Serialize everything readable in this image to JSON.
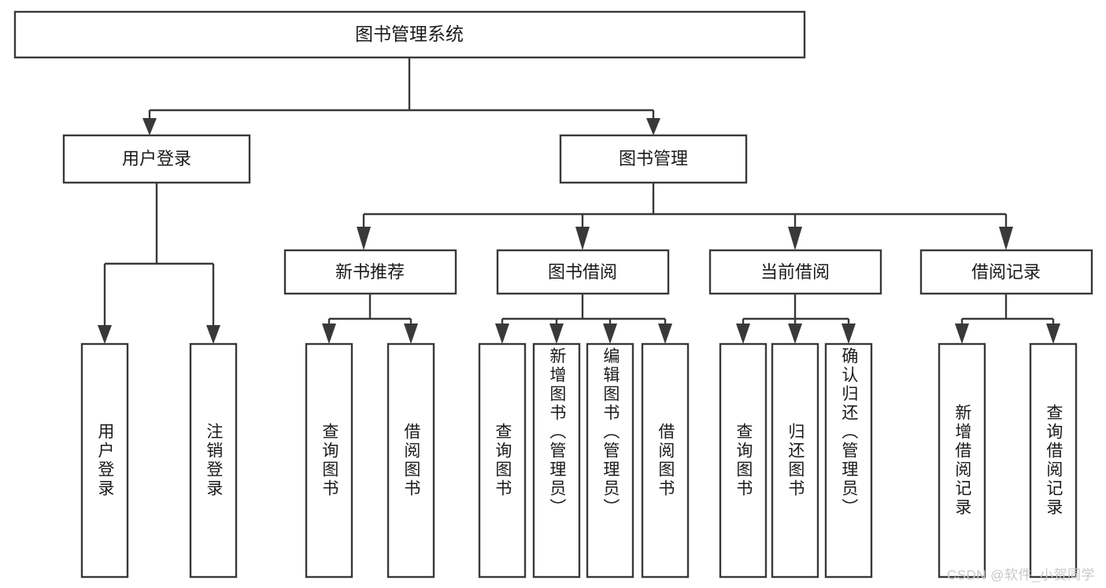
{
  "diagram": {
    "type": "tree-hierarchy-diagram",
    "title": "图书管理系统",
    "watermark": "CSDN @软件_小贺同学",
    "colors": {
      "stroke": "#393939",
      "fill": "#ffffff",
      "text": "#1a1a1a",
      "watermark": "#c9c9c9"
    },
    "root": {
      "label": "图书管理系统"
    },
    "level2": [
      {
        "label": "用户登录"
      },
      {
        "label": "图书管理"
      }
    ],
    "level3": [
      {
        "label": "新书推荐"
      },
      {
        "label": "图书借阅"
      },
      {
        "label": "当前借阅"
      },
      {
        "label": "借阅记录"
      }
    ],
    "leaves": {
      "user_login": [
        {
          "label": "用户登录"
        },
        {
          "label": "注销登录"
        }
      ],
      "new_book_recommend": [
        {
          "label": "查询图书"
        },
        {
          "label": "借阅图书"
        }
      ],
      "book_borrow": [
        {
          "label": "查询图书"
        },
        {
          "label": "新增图书（管理员）"
        },
        {
          "label": "编辑图书（管理员）"
        },
        {
          "label": "借阅图书"
        }
      ],
      "current_borrow": [
        {
          "label": "查询图书"
        },
        {
          "label": "归还图书"
        },
        {
          "label": "确认归还（管理员）"
        }
      ],
      "borrow_record": [
        {
          "label": "新增借阅记录"
        },
        {
          "label": "查询借阅记录"
        }
      ]
    }
  }
}
